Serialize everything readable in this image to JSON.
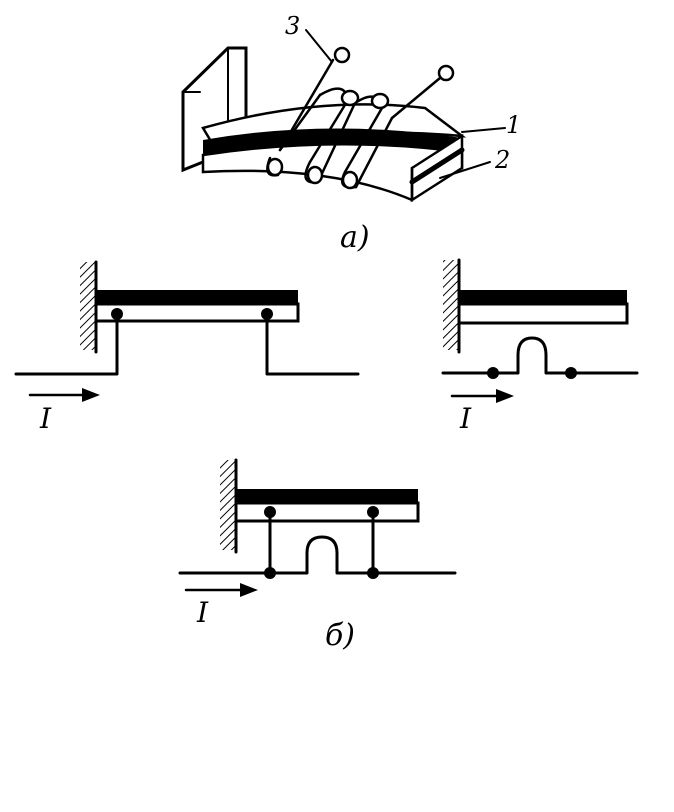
{
  "part_a": {
    "caption": "a)",
    "callouts": [
      "3",
      "1",
      "2"
    ]
  },
  "part_b": {
    "caption": "б)",
    "current_label": "I"
  },
  "colors": {
    "ink": "#000000",
    "background": "#ffffff"
  }
}
